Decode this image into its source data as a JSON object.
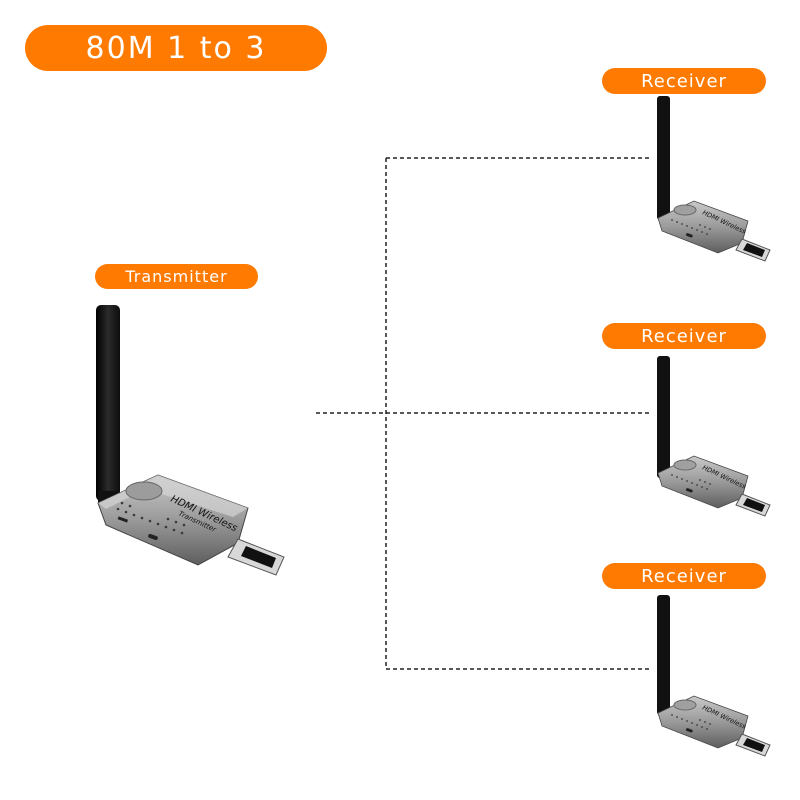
{
  "title": "80M  1 to 3",
  "transmitter": {
    "label": "Transmitter",
    "device_text_1": "HDMI Wireless",
    "device_text_2": "Transmitter"
  },
  "receivers": [
    {
      "label": "Receiver",
      "device_text": "HDMI Wireless"
    },
    {
      "label": "Receiver",
      "device_text": "HDMI Wireless"
    },
    {
      "label": "Receiver",
      "device_text": "HDMI Wireless"
    }
  ],
  "colors": {
    "accent": "#FF7A00",
    "line": "#222222",
    "antenna": "#1a1a1a",
    "metal": "#8a8a8a"
  }
}
